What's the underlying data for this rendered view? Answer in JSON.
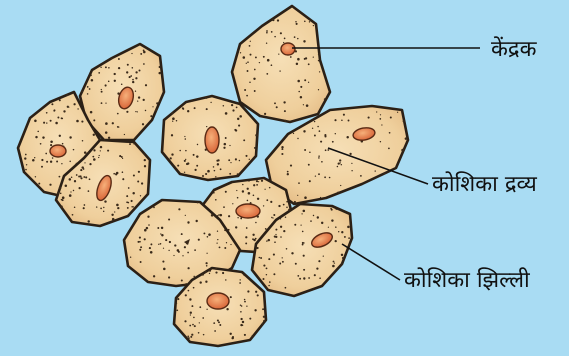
{
  "labels": {
    "nucleus": "केंद्रक",
    "cytoplasm": "कोशिका द्रव्य",
    "cell_membrane": "कोशिका झिल्ली"
  },
  "colors": {
    "background": "#a9dcf3",
    "cell_fill": "#f2d3a2",
    "cell_outline": "#2b2016",
    "nucleus_fill": "#e8874f",
    "speckle": "#3a2a1a",
    "leader_line": "#111111"
  }
}
